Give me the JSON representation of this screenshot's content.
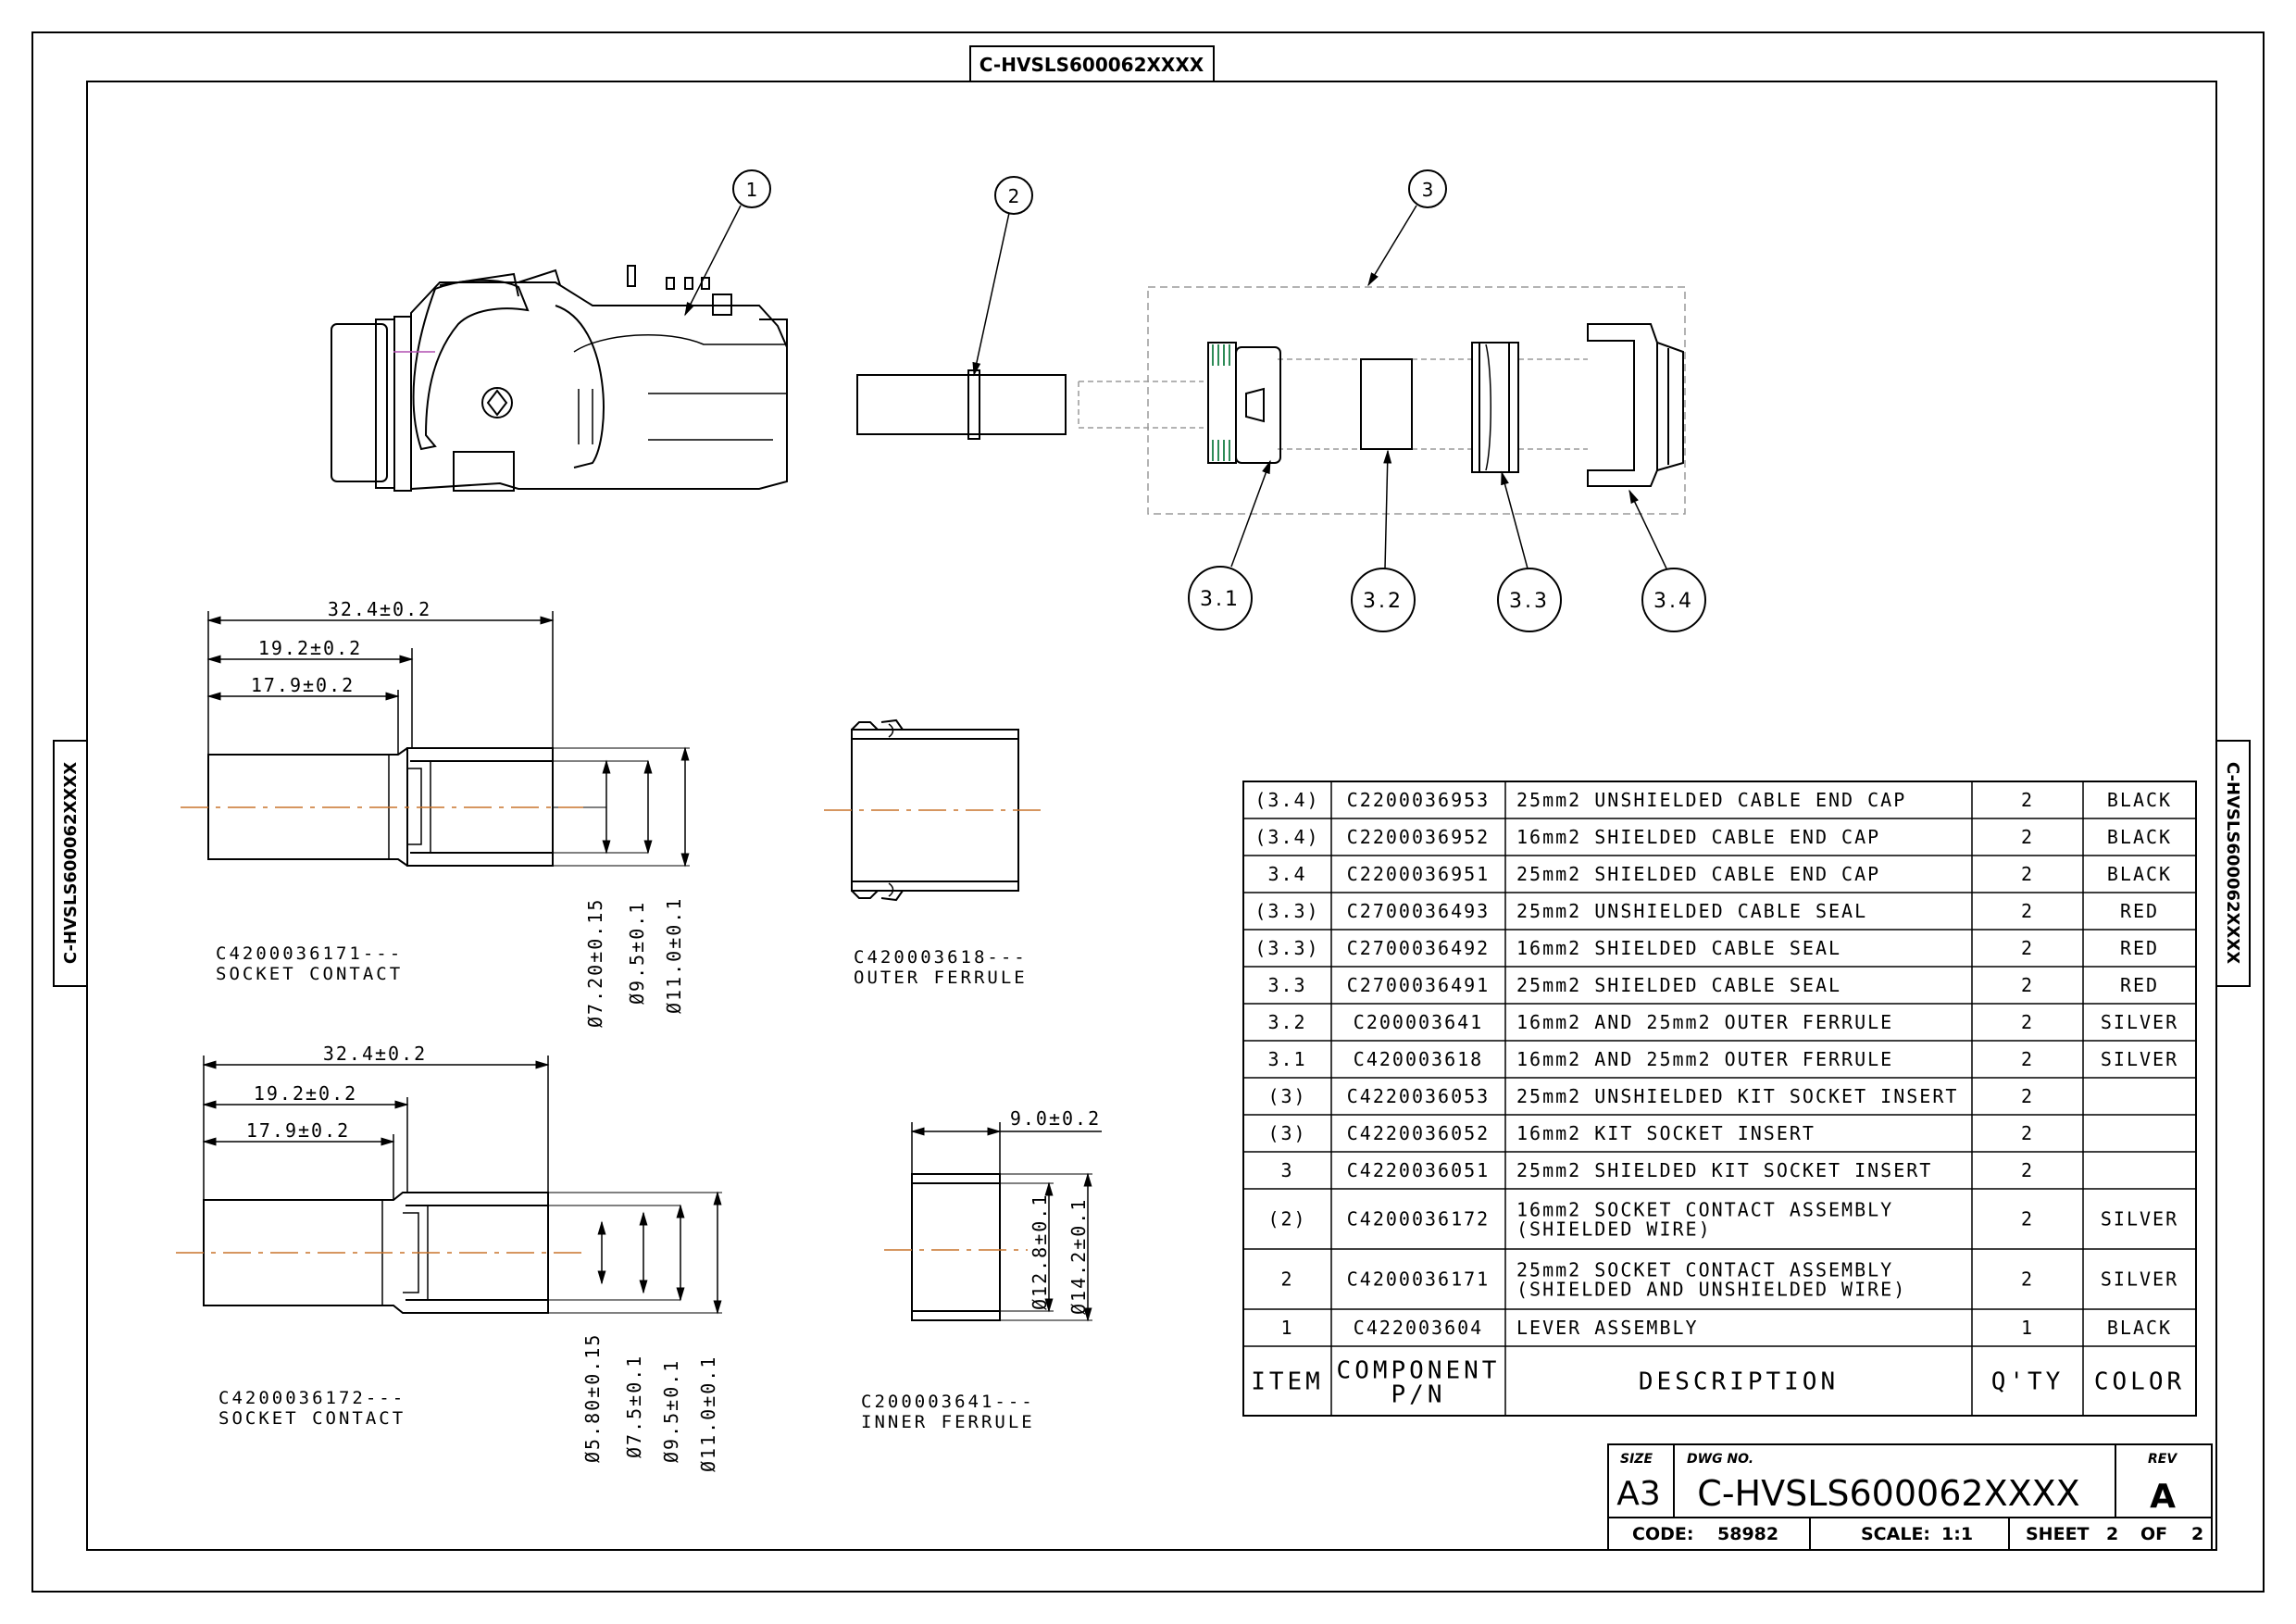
{
  "drawing": {
    "number": "C-HVSLS600062XXXX",
    "side_label_left": "C-HVSLS600062XXXX",
    "side_label_right": "C-HVSLS600062XXXX",
    "top_label": "C-HVSLS600062XXXX"
  },
  "balloons": {
    "b1": "1",
    "b2": "2",
    "b3": "3",
    "b31": "3.1",
    "b32": "3.2",
    "b33": "3.3",
    "b34": "3.4"
  },
  "views": {
    "socket1": {
      "dim_overall": "32.4±0.2",
      "dim_a": "19.2±0.2",
      "dim_b": "17.9±0.2",
      "dia1": "Ø7.20±0.15",
      "dia2": "Ø9.5±0.1",
      "dia3": "Ø11.0±0.1",
      "caption_pn": "C4200036171---",
      "caption_name": "SOCKET CONTACT"
    },
    "socket2": {
      "dim_overall": "32.4±0.2",
      "dim_a": "19.2±0.2",
      "dim_b": "17.9±0.2",
      "dia1": "Ø5.80±0.15",
      "dia2": "Ø7.5±0.1",
      "dia3": "Ø9.5±0.1",
      "dia4": "Ø11.0±0.1",
      "caption_pn": "C4200036172---",
      "caption_name": "SOCKET CONTACT"
    },
    "outer_ferrule": {
      "caption_pn": "C420003618---",
      "caption_name": "OUTER FERRULE"
    },
    "inner_ferrule": {
      "dim_length": "9.0±0.2",
      "dia1": "Ø12.8±0.1",
      "dia2": "Ø14.2±0.1",
      "caption_pn": "C200003641---",
      "caption_name": "INNER FERRULE"
    }
  },
  "bom": {
    "headers": {
      "item": "ITEM",
      "pn_line1": "COMPONENT",
      "pn_line2": "P/N",
      "description": "DESCRIPTION",
      "qty": "Q'TY",
      "color": "COLOR"
    },
    "rows": [
      {
        "item": "(3.4)",
        "pn": "C2200036953",
        "desc1": "25mm2 UNSHIELDED CABLE END CAP",
        "desc2": "",
        "qty": "2",
        "color": "BLACK"
      },
      {
        "item": "(3.4)",
        "pn": "C2200036952",
        "desc1": "16mm2 SHIELDED CABLE END CAP",
        "desc2": "",
        "qty": "2",
        "color": "BLACK"
      },
      {
        "item": "3.4",
        "pn": "C2200036951",
        "desc1": "25mm2 SHIELDED CABLE END CAP",
        "desc2": "",
        "qty": "2",
        "color": "BLACK"
      },
      {
        "item": "(3.3)",
        "pn": "C2700036493",
        "desc1": "25mm2 UNSHIELDED CABLE SEAL",
        "desc2": "",
        "qty": "2",
        "color": "RED"
      },
      {
        "item": "(3.3)",
        "pn": "C2700036492",
        "desc1": "16mm2 SHIELDED CABLE SEAL",
        "desc2": "",
        "qty": "2",
        "color": "RED"
      },
      {
        "item": "3.3",
        "pn": "C2700036491",
        "desc1": "25mm2 SHIELDED CABLE SEAL",
        "desc2": "",
        "qty": "2",
        "color": "RED"
      },
      {
        "item": "3.2",
        "pn": "C200003641",
        "desc1": "16mm2 AND 25mm2 OUTER FERRULE",
        "desc2": "",
        "qty": "2",
        "color": "SILVER"
      },
      {
        "item": "3.1",
        "pn": "C420003618",
        "desc1": "16mm2 AND 25mm2 OUTER FERRULE",
        "desc2": "",
        "qty": "2",
        "color": "SILVER"
      },
      {
        "item": "(3)",
        "pn": "C4220036053",
        "desc1": "25mm2 UNSHIELDED KIT SOCKET INSERT",
        "desc2": "",
        "qty": "2",
        "color": ""
      },
      {
        "item": "(3)",
        "pn": "C4220036052",
        "desc1": "16mm2 KIT SOCKET INSERT",
        "desc2": "",
        "qty": "2",
        "color": ""
      },
      {
        "item": "3",
        "pn": "C4220036051",
        "desc1": "25mm2 SHIELDED KIT SOCKET INSERT",
        "desc2": "",
        "qty": "2",
        "color": ""
      },
      {
        "item": "(2)",
        "pn": "C4200036172",
        "desc1": "16mm2 SOCKET CONTACT ASSEMBLY",
        "desc2": "(SHIELDED WIRE)",
        "qty": "2",
        "color": "SILVER"
      },
      {
        "item": "2",
        "pn": "C4200036171",
        "desc1": "25mm2 SOCKET CONTACT ASSEMBLY",
        "desc2": "(SHIELDED AND UNSHIELDED WIRE)",
        "qty": "2",
        "color": "SILVER"
      },
      {
        "item": "1",
        "pn": "C422003604",
        "desc1": "LEVER ASSEMBLY",
        "desc2": "",
        "qty": "1",
        "color": "BLACK"
      }
    ]
  },
  "title_block": {
    "size_label": "SIZE",
    "size_value": "A3",
    "dwg_label": "DWG NO.",
    "dwg_value": "C-HVSLS600062XXXX",
    "rev_label": "REV",
    "rev_value": "A",
    "code_label": "CODE:",
    "code_value": "58982",
    "scale_label": "SCALE:",
    "scale_value": "1:1",
    "sheet_label": "SHEET",
    "sheet_value": "2",
    "of_label": "OF",
    "of_value": "2"
  },
  "colors": {
    "line": "#000000",
    "centerline": "#c8742c",
    "hidden": "#9a9a9a",
    "seal_teeth": "#2e8b57",
    "accent_magenta": "#b04fb0"
  }
}
